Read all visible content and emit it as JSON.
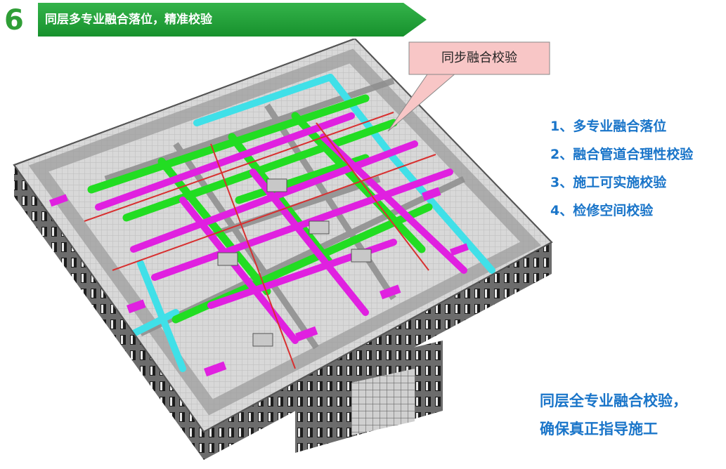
{
  "header": {
    "step_number": "6",
    "title": "同层多专业融合落位，精准校验",
    "banner_color": "#22a23a"
  },
  "callout": {
    "label": "同步融合校验",
    "fill_color": "#f8c6c6"
  },
  "checklist": {
    "items": [
      "1、多专业融合落位",
      "2、融合管道合理性校验",
      "3、施工可实施校验",
      "4、检修空间校验"
    ],
    "text_color": "#1a75c9"
  },
  "conclusion": {
    "line1": "同层全专业融合校验，",
    "line2": "确保真正指导施工"
  },
  "model_colors": {
    "duct_green": "#22dd22",
    "duct_magenta": "#e020e0",
    "duct_cyan": "#40e0e8",
    "pipe_red": "#d83030",
    "structure_gray": "#8c8c8c"
  }
}
